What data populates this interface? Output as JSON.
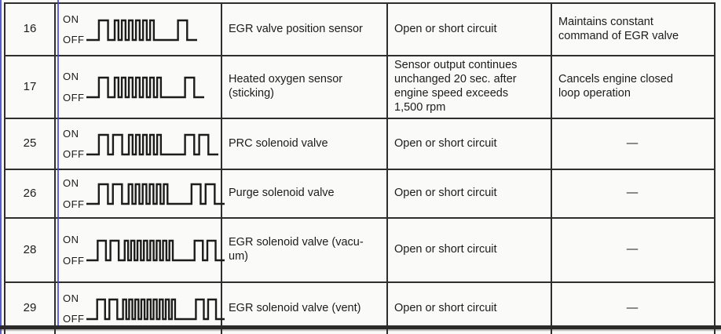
{
  "document": {
    "kind": "diagnostic-trouble-code-table",
    "wave_labels": {
      "on": "ON",
      "off": "OFF"
    }
  },
  "colors": {
    "annotation_line_blue": "#3d43c4",
    "ink": "#1c1c1c",
    "paper": "#fafaf8"
  },
  "table": {
    "columns": [
      "code",
      "flash_pattern",
      "component",
      "condition",
      "fail_safe"
    ],
    "rows": [
      {
        "code": "16",
        "pattern": {
          "long": 1,
          "short": 6
        },
        "component": "EGR valve position sensor",
        "condition": "Open or short circuit",
        "action": "Maintains constant\ncommand of EGR valve"
      },
      {
        "code": "17",
        "pattern": {
          "long": 1,
          "short": 7
        },
        "component": "Heated oxygen sensor\n(sticking)",
        "condition": "Sensor output continues\nunchanged 20 sec. after\nengine speed exceeds\n1,500 rpm",
        "action": "Cancels engine closed\nloop operation"
      },
      {
        "code": "25",
        "pattern": {
          "long": 2,
          "short": 5
        },
        "component": "PRC solenoid valve",
        "condition": "Open or short circuit",
        "action": "—"
      },
      {
        "code": "26",
        "pattern": {
          "long": 2,
          "short": 6
        },
        "component": "Purge solenoid valve",
        "condition": "Open or short circuit",
        "action": "—"
      },
      {
        "code": "28",
        "pattern": {
          "long": 2,
          "short": 8
        },
        "component": "EGR solenoid valve (vacu-\num)",
        "condition": "Open or short circuit",
        "action": "—"
      },
      {
        "code": "29",
        "pattern": {
          "long": 2,
          "short": 9
        },
        "component": "EGR solenoid valve (vent)",
        "condition": "Open or short circuit",
        "action": "—"
      }
    ]
  }
}
